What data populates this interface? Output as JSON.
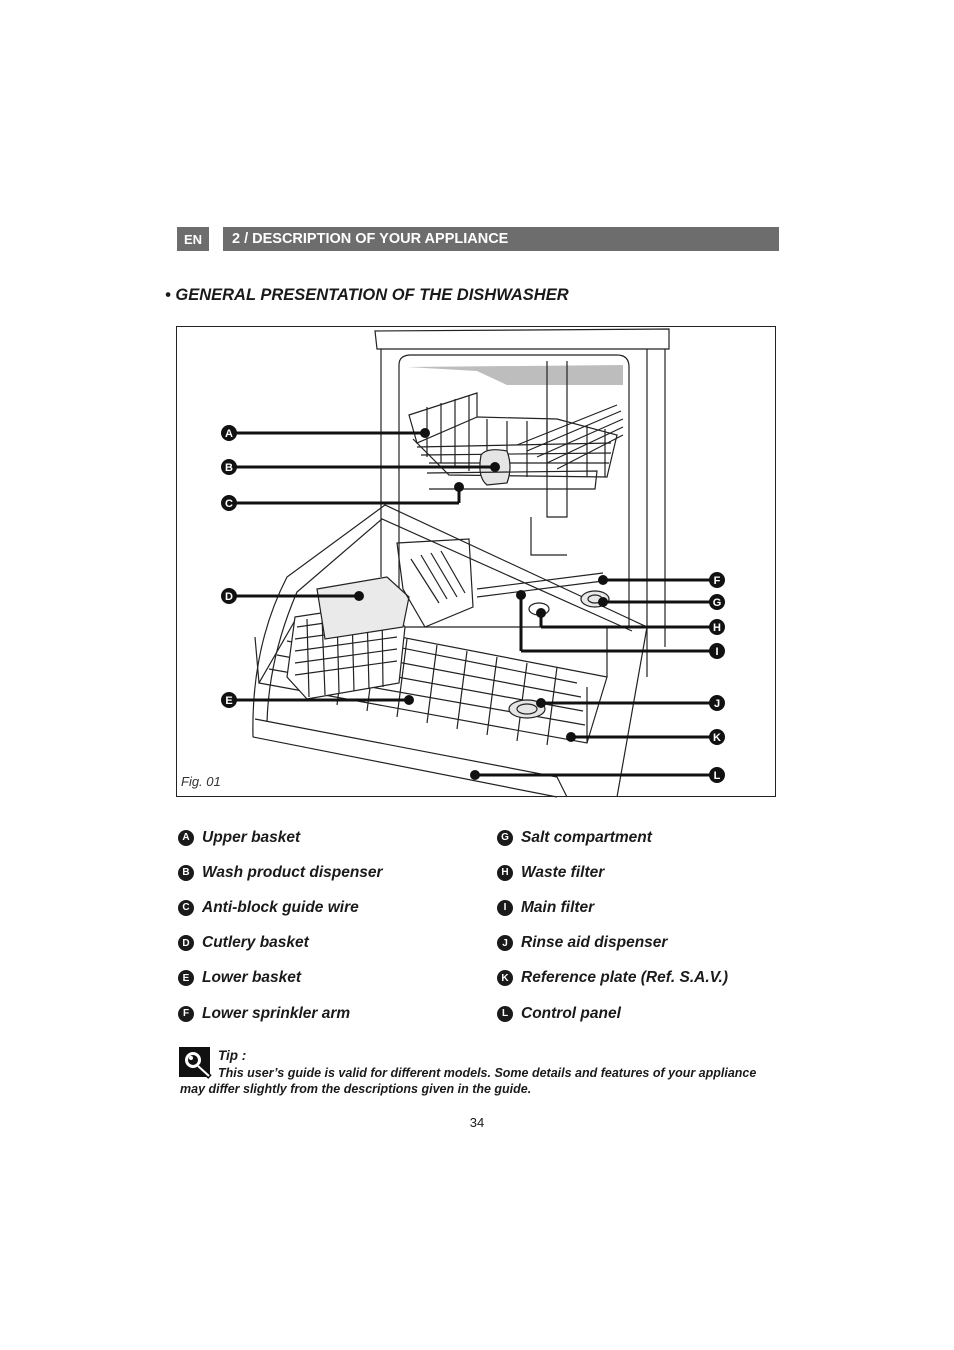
{
  "header": {
    "language": "EN",
    "section_title": "2 / DESCRIPTION OF YOUR APPLIANCE"
  },
  "heading": "•  GENERAL PRESENTATION OF THE DISHWASHER",
  "figure": {
    "caption": "Fig. 01",
    "callouts": [
      "A",
      "B",
      "C",
      "D",
      "E",
      "F",
      "G",
      "H",
      "I",
      "J",
      "K",
      "L"
    ]
  },
  "legend": {
    "left": [
      {
        "letter": "A",
        "label": "Upper basket"
      },
      {
        "letter": "B",
        "label": "Wash product dispenser"
      },
      {
        "letter": "C",
        "label": "Anti-block guide wire"
      },
      {
        "letter": "D",
        "label": "Cutlery basket"
      },
      {
        "letter": "E",
        "label": "Lower basket"
      },
      {
        "letter": "F",
        "label": "Lower sprinkler arm"
      }
    ],
    "right": [
      {
        "letter": "G",
        "label": "Salt compartment"
      },
      {
        "letter": "H",
        "label": "Waste filter"
      },
      {
        "letter": "I",
        "label": "Main filter"
      },
      {
        "letter": "J",
        "label": "Rinse aid dispenser"
      },
      {
        "letter": "K",
        "label": "Reference plate (Ref. S.A.V.)"
      },
      {
        "letter": "L",
        "label": "Control panel"
      }
    ]
  },
  "tip": {
    "title": "Tip :",
    "text": "This user’s guide is valid for different models. Some details and features of your appliance may differ slightly from the descriptions given in the guide."
  },
  "page_number": "34"
}
